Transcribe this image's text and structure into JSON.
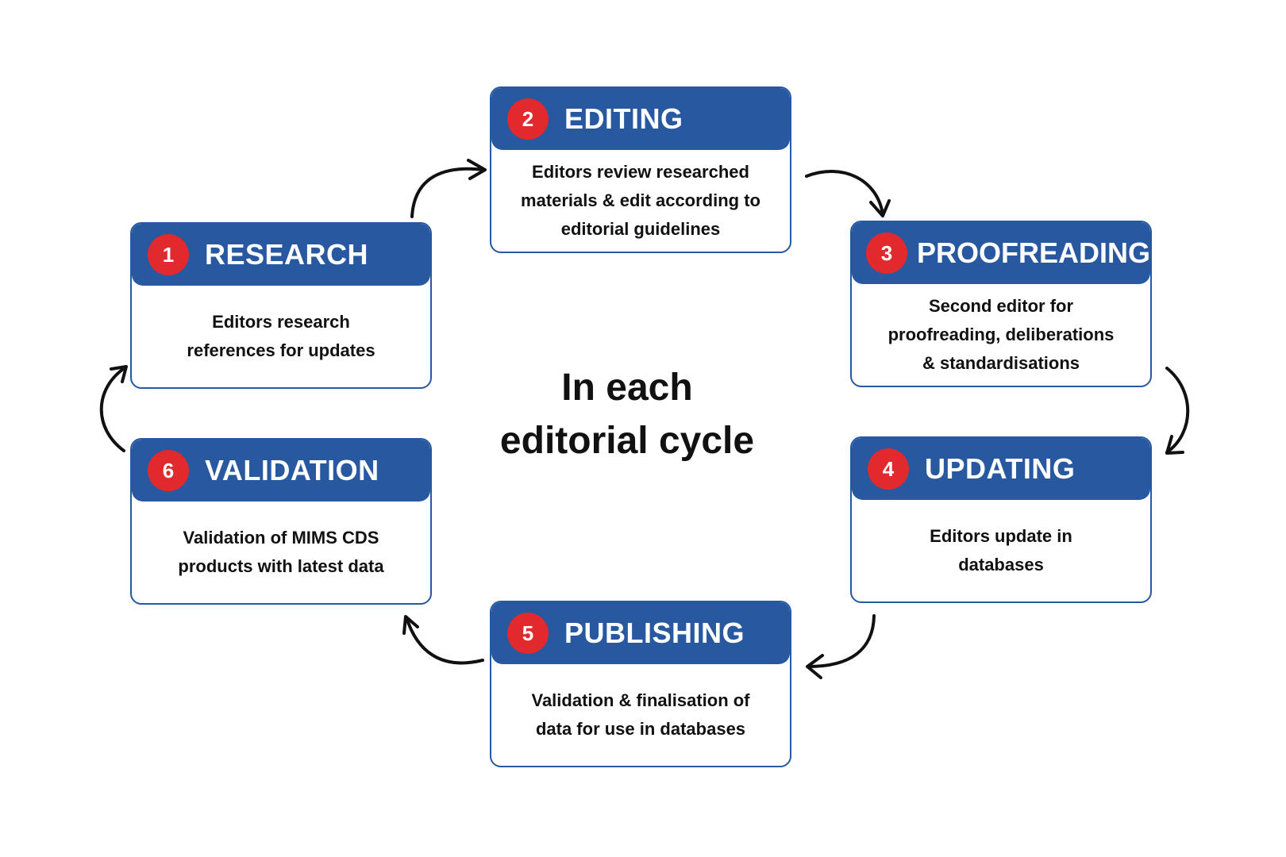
{
  "diagram": {
    "center_title": [
      "In each",
      "editorial cycle"
    ],
    "colors": {
      "header": "#2758a0",
      "badge": "#e2292e",
      "border": "#2758a0",
      "arrow": "#111111"
    },
    "steps": [
      {
        "number": "1",
        "title": "RESEARCH",
        "lines": [
          "Editors research",
          "references for updates"
        ]
      },
      {
        "number": "2",
        "title": "EDITING",
        "lines": [
          "Editors review researched",
          "materials & edit according to",
          "editorial guidelines"
        ]
      },
      {
        "number": "3",
        "title": "PROOFREADING",
        "lines": [
          "Second editor for",
          "proofreading, deliberations",
          "& standardisations"
        ]
      },
      {
        "number": "4",
        "title": "UPDATING",
        "lines": [
          "Editors update in",
          "databases"
        ]
      },
      {
        "number": "5",
        "title": "PUBLISHING",
        "lines": [
          "Validation & finalisation of",
          "data for use in databases"
        ]
      },
      {
        "number": "6",
        "title": "VALIDATION",
        "lines": [
          "Validation of MIMS CDS",
          "products with latest data"
        ]
      }
    ],
    "flow": [
      [
        "1",
        "2"
      ],
      [
        "2",
        "3"
      ],
      [
        "3",
        "4"
      ],
      [
        "4",
        "5"
      ],
      [
        "5",
        "6"
      ],
      [
        "6",
        "1"
      ]
    ]
  }
}
